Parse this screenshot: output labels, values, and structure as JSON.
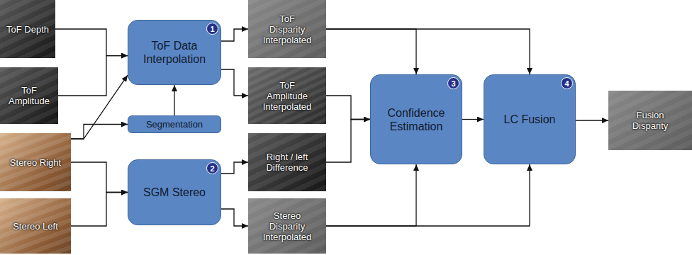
{
  "diagram": {
    "nodes": [
      {
        "text": [
          "ToF Depth"
        ]
      },
      {
        "text": [
          "ToF Amplitude"
        ]
      },
      {
        "text": [
          "Stereo Right"
        ]
      },
      {
        "text": [
          "Stereo Left"
        ]
      },
      {
        "text": [
          "ToF Data Interpolation"
        ]
      },
      {
        "text": [
          "1"
        ],
        "in": 4
      },
      {
        "text": [
          "Segmentation"
        ]
      },
      {
        "text": [
          "SGM Stereo"
        ]
      },
      {
        "text": [
          "2"
        ],
        "in": 7
      },
      {
        "text": [
          "ToF Disparity Interpolated"
        ]
      },
      {
        "text": [
          "ToF Amplitude Interpolated"
        ]
      },
      {
        "text": [
          "Right / left Difference"
        ]
      },
      {
        "text": [
          "Stereo Disparity Interpolated"
        ]
      },
      {
        "text": [
          "Confidence Estimation"
        ]
      },
      {
        "text": [
          "3"
        ],
        "in": 13
      },
      {
        "text": [
          "LC Fusion"
        ]
      },
      {
        "text": [
          "4"
        ],
        "in": 15
      },
      {
        "text": [
          "Fusion Disparity"
        ]
      }
    ],
    "edges": [
      {
        "from": 0,
        "to": 4,
        "arrow": "to"
      },
      {
        "from": 1,
        "to": 4,
        "arrow": "to"
      },
      {
        "from": 2,
        "to": 4,
        "arrow": "to"
      },
      {
        "from": 2,
        "to": 6,
        "arrow": "to"
      },
      {
        "from": 2,
        "to": 7,
        "arrow": "to"
      },
      {
        "from": 3,
        "to": 7,
        "arrow": "to"
      },
      {
        "from": 6,
        "to": 4,
        "arrow": "to"
      },
      {
        "from": 4,
        "to": 9,
        "arrow": "to"
      },
      {
        "from": 4,
        "to": 10,
        "arrow": "to"
      },
      {
        "from": 7,
        "to": 11,
        "arrow": "to"
      },
      {
        "from": 7,
        "to": 12,
        "arrow": "to"
      },
      {
        "from": 9,
        "to": 13,
        "arrow": "to"
      },
      {
        "from": 9,
        "to": 15,
        "arrow": "to"
      },
      {
        "from": 10,
        "to": 13,
        "arrow": "to"
      },
      {
        "from": 11,
        "to": 13,
        "arrow": "to"
      },
      {
        "from": 12,
        "to": 13,
        "arrow": "to"
      },
      {
        "from": 12,
        "to": 15,
        "arrow": "to"
      },
      {
        "from": 13,
        "to": 15,
        "arrow": "to"
      },
      {
        "from": 15,
        "to": 17,
        "arrow": "to"
      }
    ]
  }
}
